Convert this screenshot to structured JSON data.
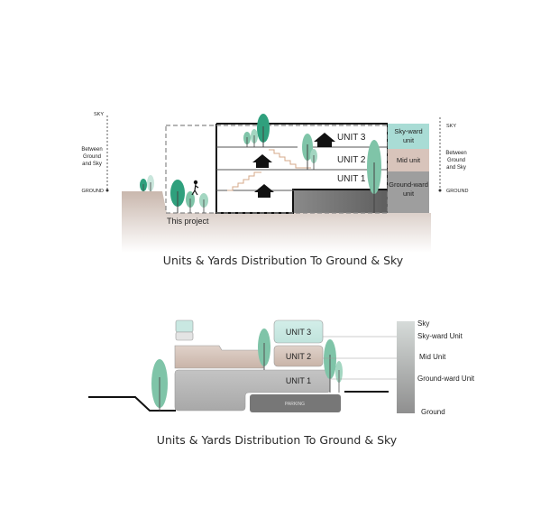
{
  "diagram1": {
    "sky_left": "SKY",
    "between_left": [
      "Between",
      "Ground",
      "and Sky"
    ],
    "ground_left": "GROUND",
    "sky_right": "SKY",
    "between_right": [
      "Between",
      "Ground",
      "and Sky"
    ],
    "ground_right": "GROUND",
    "units": [
      "UNIT 3",
      "UNIT 2",
      "UNIT 1"
    ],
    "legend": {
      "sky": [
        "Sky-ward",
        "unit"
      ],
      "mid": "Mid unit",
      "ground": [
        "Ground-ward",
        "unit"
      ]
    },
    "project_label": "This project",
    "caption": "Units & Yards Distribution To Ground & Sky",
    "colors": {
      "sky": "#a9dcd5",
      "mid": "#d8c4bb",
      "ground": "#9e9e9e",
      "tree": "#7fc4a8",
      "tree_dark": "#2fa07d"
    }
  },
  "diagram2": {
    "units": [
      "UNIT 3",
      "UNIT 2",
      "UNIT 1"
    ],
    "parking": "PARKING",
    "scale": {
      "sky": "Sky",
      "sky_unit": "Sky-ward Unit",
      "mid_unit": "Mid Unit",
      "ground_unit": "Ground-ward Unit",
      "ground": "Ground"
    },
    "caption": "Units & Yards Distribution To Ground & Sky"
  }
}
